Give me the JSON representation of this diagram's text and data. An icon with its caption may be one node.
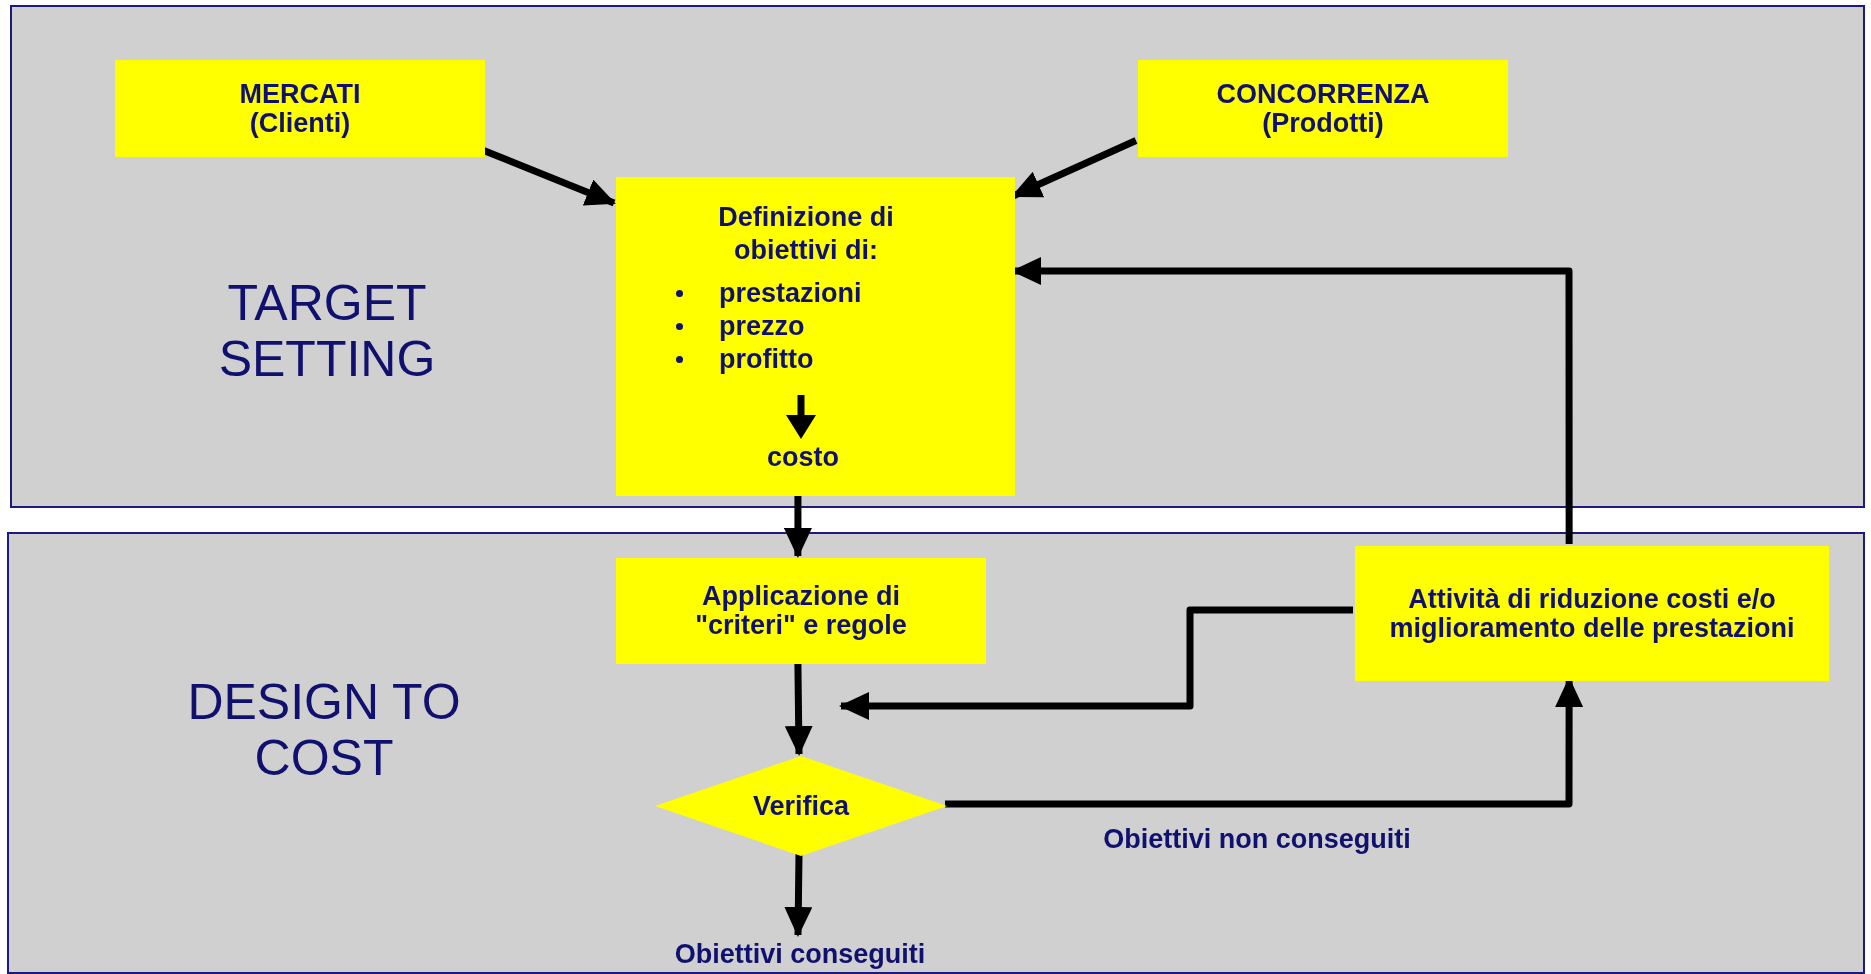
{
  "diagram": {
    "nodes": [
      {
        "text": [
          "TARGET SETTING"
        ]
      },
      {
        "text": [
          "DESIGN TO COST"
        ]
      },
      {
        "text": [
          "MERCATI (Clienti)"
        ],
        "in": 0
      },
      {
        "text": [
          "CONCORRENZA (Prodotti)"
        ],
        "in": 0
      },
      {
        "text": [
          "Definizione di obiettivi di:",
          "prestazioni",
          "prezzo",
          "profitto",
          "costo"
        ],
        "in": 0
      },
      {
        "text": [
          "Applicazione di \"criteri\" e regole"
        ],
        "in": 1
      },
      {
        "text": [
          "Attività di riduzione costi e/o miglioramento delle prestazioni"
        ],
        "in": 1
      },
      {
        "text": [
          "Verifica"
        ],
        "in": 1
      },
      {
        "text": [
          "Obiettivi conseguiti"
        ],
        "in": 1
      }
    ],
    "edges": [
      {
        "from": 2,
        "to": 4,
        "arrow": "to"
      },
      {
        "from": 3,
        "to": 4,
        "arrow": "to"
      },
      {
        "from": 6,
        "to": 4,
        "arrow": "to"
      },
      {
        "from": 4,
        "to": 5,
        "arrow": "to"
      },
      {
        "from": 5,
        "to": 7,
        "arrow": "to"
      },
      {
        "from": 6,
        "to": 7,
        "arrow": "to"
      },
      {
        "from": 7,
        "to": 6,
        "arrow": "to",
        "label": "Obiettivi non conseguiti"
      },
      {
        "from": 7,
        "to": 8,
        "arrow": "to"
      }
    ]
  }
}
